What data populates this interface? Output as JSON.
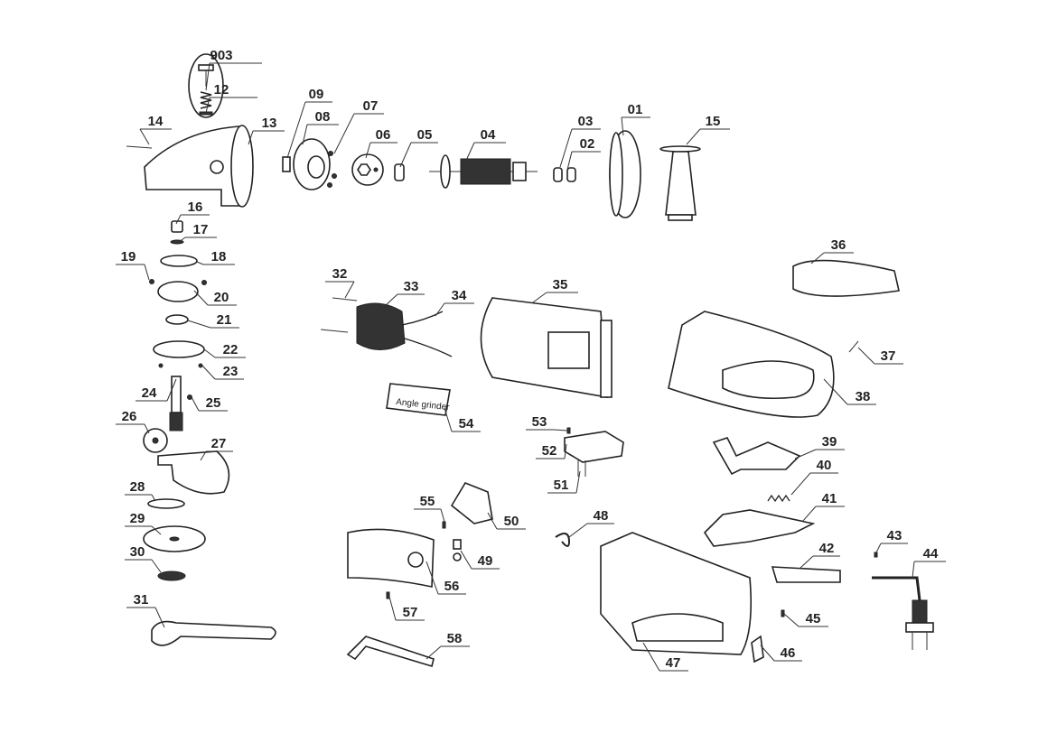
{
  "diagram": {
    "title": "Angle grinder exploded parts diagram",
    "nameplate_text": "Angle grinder",
    "part_numbers": [
      "903",
      "12",
      "14",
      "13",
      "09",
      "08",
      "07",
      "06",
      "05",
      "04",
      "03",
      "02",
      "01",
      "15",
      "16",
      "17",
      "18",
      "19",
      "20",
      "21",
      "22",
      "23",
      "24",
      "25",
      "26",
      "27",
      "28",
      "29",
      "30",
      "31",
      "32",
      "33",
      "34",
      "35",
      "36",
      "37",
      "38",
      "39",
      "40",
      "41",
      "42",
      "43",
      "44",
      "45",
      "46",
      "47",
      "48",
      "49",
      "50",
      "51",
      "52",
      "53",
      "54",
      "55",
      "56",
      "57",
      "58"
    ]
  }
}
